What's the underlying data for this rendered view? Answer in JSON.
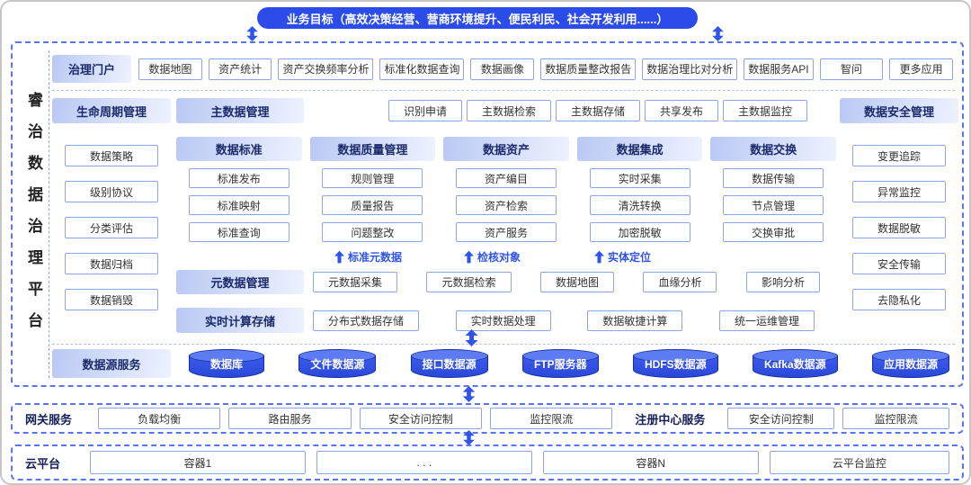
{
  "banner": {
    "text": "业务目标（高效决策经营、营商环境提升、便民利民、社会开发利用......）"
  },
  "platform": {
    "vertical_title": "睿治数据治理平台",
    "portal": {
      "title": "治理门户",
      "items": [
        "数据地图",
        "资产统计",
        "资产交换频率分析",
        "标准化数据查询",
        "数据画像",
        "数据质量整改报告",
        "数据治理比对分析",
        "数据服务API",
        "智问",
        "更多应用"
      ]
    },
    "lifecycle": {
      "title": "生命周期管理",
      "items": [
        "数据策略",
        "级别协议",
        "分类评估",
        "数据归档",
        "数据销毁"
      ]
    },
    "master_data": {
      "title": "主数据管理",
      "items": [
        "识别申请",
        "主数据检索",
        "主数据存储",
        "共享发布",
        "主数据监控"
      ]
    },
    "columns": [
      {
        "title": "数据标准",
        "items": [
          "标准发布",
          "标准映射",
          "标准查询"
        ]
      },
      {
        "title": "数据质量管理",
        "items": [
          "规则管理",
          "质量报告",
          "问题整改"
        ]
      },
      {
        "title": "数据资产",
        "items": [
          "资产编目",
          "资产检索",
          "资产服务"
        ]
      },
      {
        "title": "数据集成",
        "items": [
          "实时采集",
          "清洗转换",
          "加密脱敏"
        ]
      },
      {
        "title": "数据交换",
        "items": [
          "数据传输",
          "节点管理",
          "交换审批"
        ]
      }
    ],
    "flow_labels": [
      "标准元数据",
      "检核对象",
      "实体定位"
    ],
    "metadata": {
      "title": "元数据管理",
      "items": [
        "元数据采集",
        "元数据检索",
        "数据地图",
        "血缘分析",
        "影响分析"
      ]
    },
    "realtime": {
      "title": "实时计算存储",
      "items": [
        "分布式数据存储",
        "实时数据处理",
        "数据敏捷计算",
        "统一运维管理"
      ]
    },
    "security": {
      "title": "数据安全管理",
      "items": [
        "变更追踪",
        "异常监控",
        "数据脱敏",
        "安全传输",
        "去隐私化"
      ]
    },
    "datasource": {
      "title": "数据源服务",
      "items": [
        "数据库",
        "文件数据源",
        "接口数据源",
        "FTP服务器",
        "HDFS数据源",
        "Kafka数据源",
        "应用数据源"
      ]
    }
  },
  "gateway": {
    "title": "网关服务",
    "items": [
      "负载均衡",
      "路由服务",
      "安全访问控制",
      "监控限流"
    ],
    "registry_title": "注册中心服务",
    "registry_items": [
      "安全访问控制",
      "监控限流"
    ]
  },
  "cloud": {
    "title": "云平台",
    "items": [
      "容器1",
      ". . .",
      "容器N",
      "云平台监控"
    ]
  },
  "colors": {
    "primary": "#2f54eb",
    "banner_bg": "#2b4ce8",
    "header_gradient_start": "#b9c9f4",
    "header_gradient_end": "#edf2fe",
    "dashed_border": "#5b74f0",
    "cylinder_fill": "#2f54eb",
    "box_border": "#8ba4ea"
  }
}
